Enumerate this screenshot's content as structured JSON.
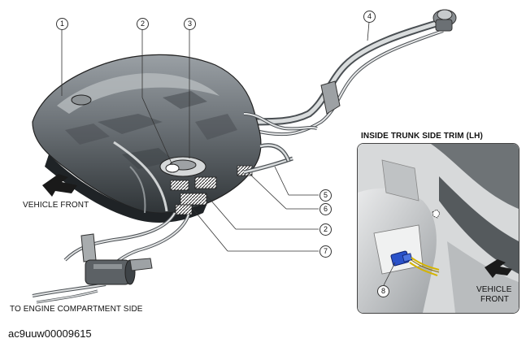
{
  "figure_id": "ac9uuw00009615",
  "labels": {
    "vehicle_front_main": "VEHICLE FRONT",
    "engine_side": "TO ENGINE COMPARTMENT SIDE",
    "inset_title": "INSIDE TRUNK SIDE TRIM (LH)",
    "vehicle_front_inset_line1": "VEHICLE",
    "vehicle_front_inset_line2": "FRONT"
  },
  "callouts": [
    "1",
    "2",
    "3",
    "4",
    "5",
    "6",
    "2",
    "7",
    "8"
  ],
  "colors": {
    "connector": "#2a52c9",
    "wire": "#d4b400",
    "tank": "#5f6468",
    "line": "#333333"
  }
}
